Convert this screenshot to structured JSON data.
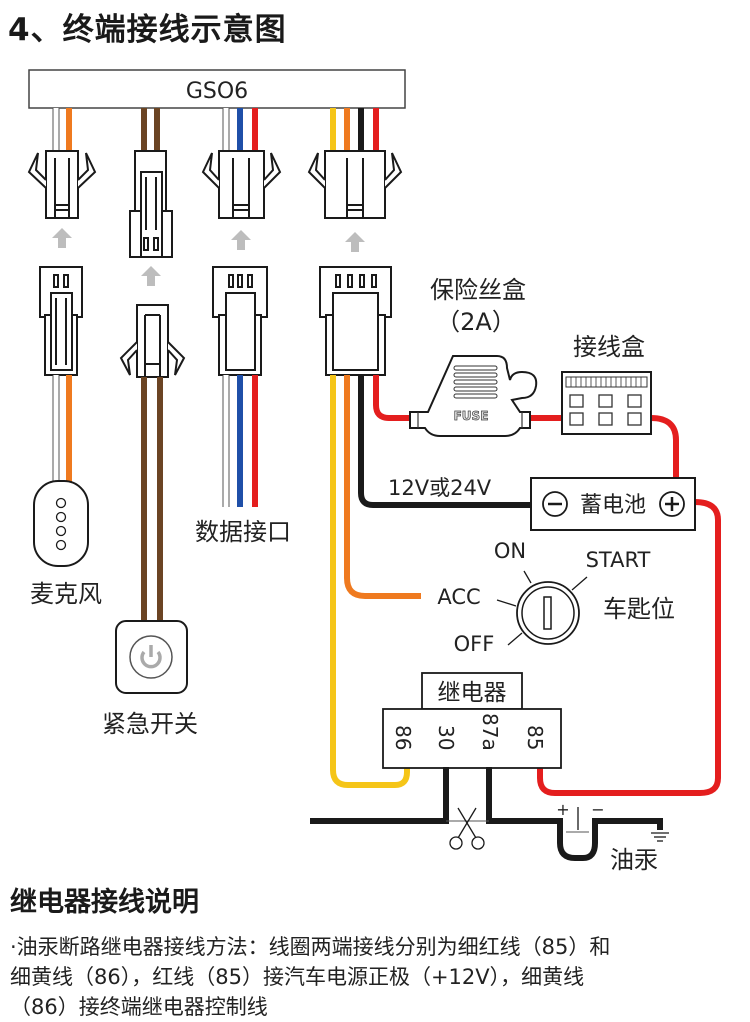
{
  "title": "4、终端接线示意图",
  "device": {
    "label": "GSO6"
  },
  "colors": {
    "white": "#ffffff",
    "orange": "#ef7a1f",
    "brown": "#6b4423",
    "blue": "#1f4fa8",
    "red": "#e41e1e",
    "yellow": "#f5c518",
    "black": "#1a1a1a",
    "arrow": "#bdbdbd"
  },
  "connectors": [
    {
      "name": "microphone",
      "wires": [
        "white",
        "orange"
      ]
    },
    {
      "name": "emergency-switch",
      "wires": [
        "brown",
        "brown"
      ]
    },
    {
      "name": "data-port",
      "wires": [
        "white",
        "blue",
        "red"
      ]
    },
    {
      "name": "power",
      "wires": [
        "yellow",
        "orange",
        "black",
        "red"
      ]
    }
  ],
  "labels": {
    "microphone": "麦克风",
    "emergency_switch": "紧急开关",
    "data_port": "数据接口",
    "fuse_box": "保险丝盒",
    "fuse_rating": "（2A）",
    "fuse_text": "FUSE",
    "junction_box": "接线盒",
    "voltage": "12V或24V",
    "battery": "蓄电池",
    "battery_minus": "−",
    "battery_plus": "+",
    "acc": "ACC",
    "on": "ON",
    "start": "START",
    "off": "OFF",
    "ignition": "车匙位",
    "relay": "继电器",
    "pin_86": "86",
    "pin_30": "30",
    "pin_87a": "87a",
    "pin_85": "85",
    "pump_plus": "+",
    "pump_minus": "−",
    "fuel_pump": "油汞"
  },
  "section": {
    "title": "继电器接线说明",
    "lines": [
      "·油汞断路继电器接线方法：线圈两端接线分别为细红线（85）和",
      "细黄线（86），红线（85）接汽车电源正极（+12V），细黄线",
      "（86）接终端继电器控制线"
    ]
  }
}
